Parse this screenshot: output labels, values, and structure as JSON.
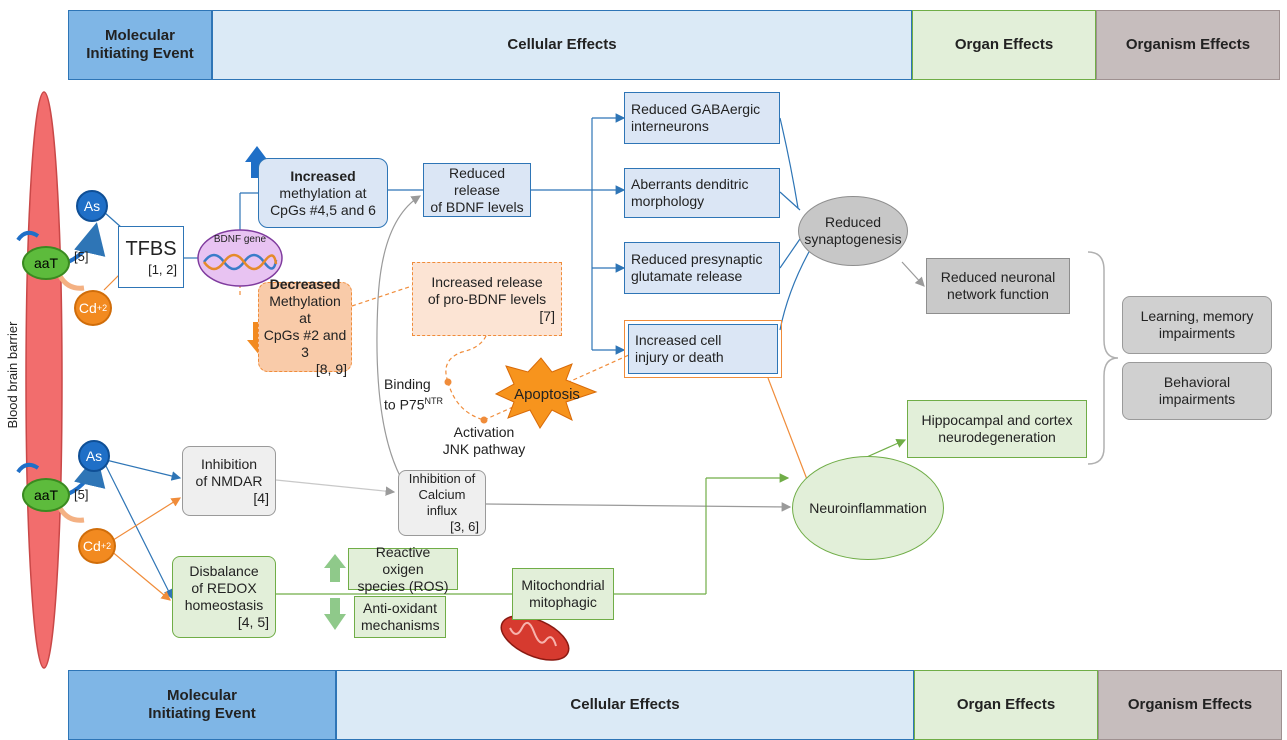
{
  "headers": {
    "top": {
      "molecular": "Molecular\nInitiating Event",
      "cellular": "Cellular Effects",
      "organ": "Organ Effects",
      "organism": "Organism Effects"
    },
    "bottom": {
      "molecular": "Molecular\nInitiating Event",
      "cellular": "Cellular Effects",
      "organ": "Organ Effects",
      "organism": "Organism Effects"
    }
  },
  "side_label": "Blood brain barrier",
  "transporter": {
    "aat_top": "aaT",
    "aat_bottom": "aaT",
    "as_top": "As",
    "as_bottom": "As",
    "cd_top": "Cd",
    "cd_bottom": "Cd",
    "cd_sup": "+2",
    "ref_top": "[5]",
    "ref_bottom": "[5]"
  },
  "tfbs": {
    "label": "TFBS",
    "ref": "[1, 2]"
  },
  "bdnf_gene": "BDNF gene",
  "increased_methylation": {
    "bold": "Increased",
    "text": "methylation at\nCpGs #4,5 and 6"
  },
  "decreased_methylation": {
    "bold": "Decreased",
    "text": "Methylation at\nCpGs #2 and 3",
    "ref": "[8, 9]"
  },
  "reduced_release": "Reduced release\nof BDNF levels",
  "pro_bdnf": {
    "text": "Increased release\nof pro-BDNF levels",
    "ref": "[7]"
  },
  "binding": {
    "text": "Binding\nto P75",
    "sup": "NTR"
  },
  "activation": "Activation\nJNK pathway",
  "apoptosis": "Apoptosis",
  "cellular_boxes": {
    "gaba": "Reduced GABAergic\ninterneurons",
    "dendritic": "Aberrants denditric\nmorphology",
    "presynaptic": "Reduced presynaptic\nglutamate release",
    "injury": "Increased cell\ninjury or death"
  },
  "synaptogenesis": "Reduced\nsynaptogenesis",
  "network": "Reduced neuronal\nnetwork function",
  "organism": {
    "learning": "Learning, memory\nimpairments",
    "behavioral": "Behavioral\nimpairments"
  },
  "nmdar": {
    "text": "Inhibition\nof NMDAR",
    "ref": "[4]"
  },
  "calcium": {
    "text": "Inhibition of\nCalcium influx",
    "ref": "[3, 6]"
  },
  "redox": {
    "text": "Disbalance\nof REDOX\nhomeostasis",
    "ref": "[4, 5]"
  },
  "ros": "Reactive oxigen\nspecies (ROS)",
  "antioxidant": "Anti-oxidant\nmechanisms",
  "mito": "Mitochondrial\nmitophagic",
  "hippocampal": "Hippocampal and cortex\nneurodegeneration",
  "neuroinflammation": "Neuroinflammation",
  "colors": {
    "blue": "#2e75b6",
    "orange": "#f08c3a",
    "green": "#70ad47",
    "grey": "#9a9a9a",
    "membrane": "#f26d6d"
  }
}
